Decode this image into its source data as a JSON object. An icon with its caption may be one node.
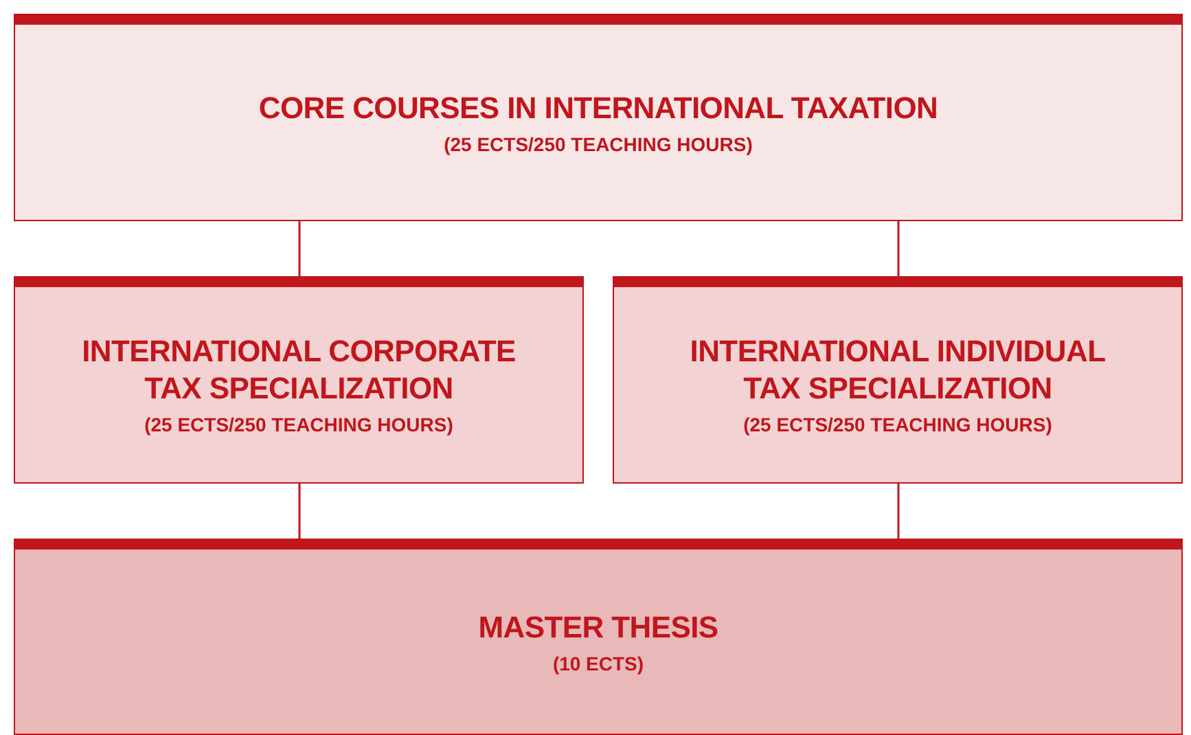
{
  "diagram": {
    "nodes": [
      {
        "text": [
          "CORE COURSES IN INTERNATIONAL TAXATION",
          "(25 ECTS/250 TEACHING HOURS)"
        ]
      },
      {
        "text": [
          "INTERNATIONAL CORPORATE TAX SPECIALIZATION",
          "(25 ECTS/250 TEACHING HOURS)"
        ]
      },
      {
        "text": [
          "INTERNATIONAL INDIVIDUAL TAX SPECIALIZATION",
          "(25 ECTS/250 TEACHING HOURS)"
        ]
      },
      {
        "text": [
          "MASTER THESIS",
          "(10 ECTS)"
        ]
      }
    ],
    "edges": [
      {
        "from": 0,
        "to": 1,
        "arrow": "none"
      },
      {
        "from": 0,
        "to": 2,
        "arrow": "none"
      },
      {
        "from": 1,
        "to": 3,
        "arrow": "none"
      },
      {
        "from": 2,
        "to": 3,
        "arrow": "none"
      }
    ]
  }
}
